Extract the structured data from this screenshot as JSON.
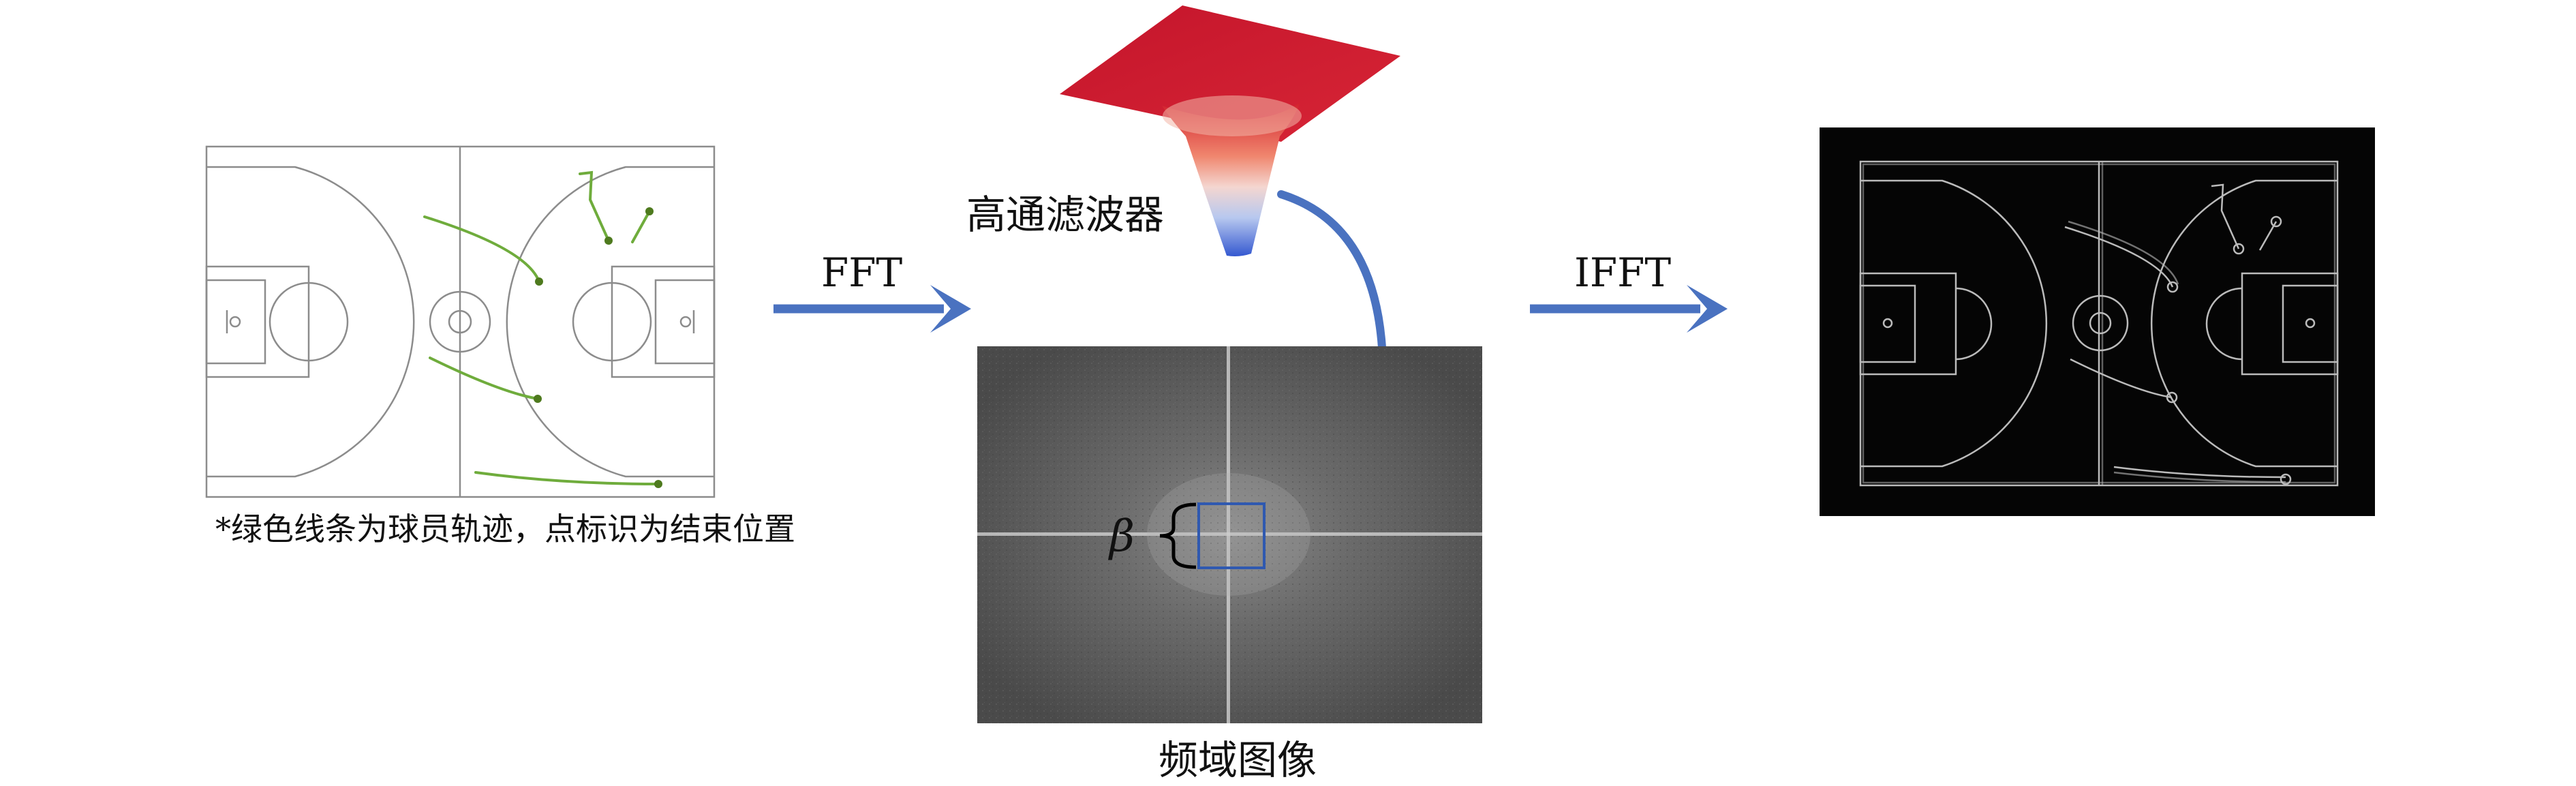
{
  "labels": {
    "fft": "FFT",
    "ifft": "IFFT",
    "highpass_filter": "高通滤波器",
    "frequency_image": "频域图像",
    "beta": "β",
    "court_note": "*绿色线条为球员轨迹，点标识为结束位置"
  },
  "colors": {
    "arrow_blue": "#4a72c0",
    "trajectory_green": "#6fac3c",
    "trajectory_dot": "#4e7a1e",
    "court_line": "#8c8c8c",
    "filter_outer": "#c8102e",
    "filter_inner": "#3f6fd6",
    "roi_box": "#2f59b0"
  },
  "icons": [
    "basketball-court-diagram",
    "high-pass-filter-surface",
    "fft-spectrum-image",
    "filtered-court-edges"
  ]
}
